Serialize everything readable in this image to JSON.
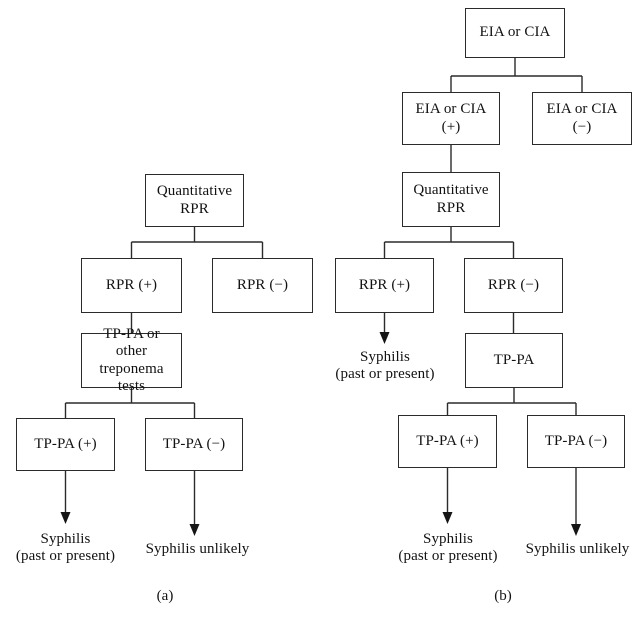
{
  "figure": {
    "type": "flowchart-pair",
    "background": "#ffffff",
    "line_color": "#2b2b2b",
    "text_color": "#121212"
  },
  "panel_a": {
    "caption": "(a)",
    "nodes": {
      "quantitative_rpr": "Quantitative\nRPR",
      "rpr_positive": "RPR (+)",
      "rpr_negative": "RPR (−)",
      "tppa_or_other": "TP-PA or other\ntreponema tests",
      "tppa_positive": "TP-PA (+)",
      "tppa_negative": "TP-PA (−)"
    },
    "outcomes": {
      "syphilis_past_or_present": "Syphilis\n(past or present)",
      "syphilis_unlikely": "Syphilis unlikely"
    }
  },
  "panel_b": {
    "caption": "(b)",
    "nodes": {
      "eia_or_cia": "EIA or CIA",
      "eia_or_cia_positive": "EIA or CIA\n(+)",
      "eia_or_cia_negative": "EIA or CIA\n(−)",
      "quantitative_rpr": "Quantitative\nRPR",
      "rpr_positive": "RPR (+)",
      "rpr_negative": "RPR (−)",
      "tppa": "TP-PA",
      "tppa_positive": "TP-PA (+)",
      "tppa_negative": "TP-PA (−)"
    },
    "outcomes": {
      "syphilis_past_or_present_rpr": "Syphilis\n(past or present)",
      "syphilis_past_or_present_tppa": "Syphilis\n(past or present)",
      "syphilis_unlikely": "Syphilis unlikely"
    }
  }
}
